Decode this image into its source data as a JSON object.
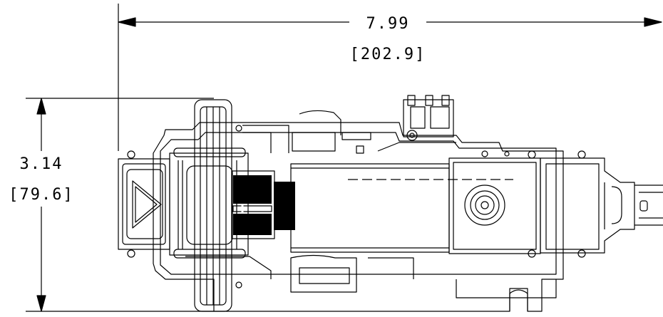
{
  "dimensions": {
    "width": {
      "inches": "7.99",
      "mm": "[202.9]"
    },
    "height": {
      "inches": "3.14",
      "mm": "[79.6]"
    }
  },
  "colors": {
    "line": "#000000",
    "background": "#ffffff"
  }
}
